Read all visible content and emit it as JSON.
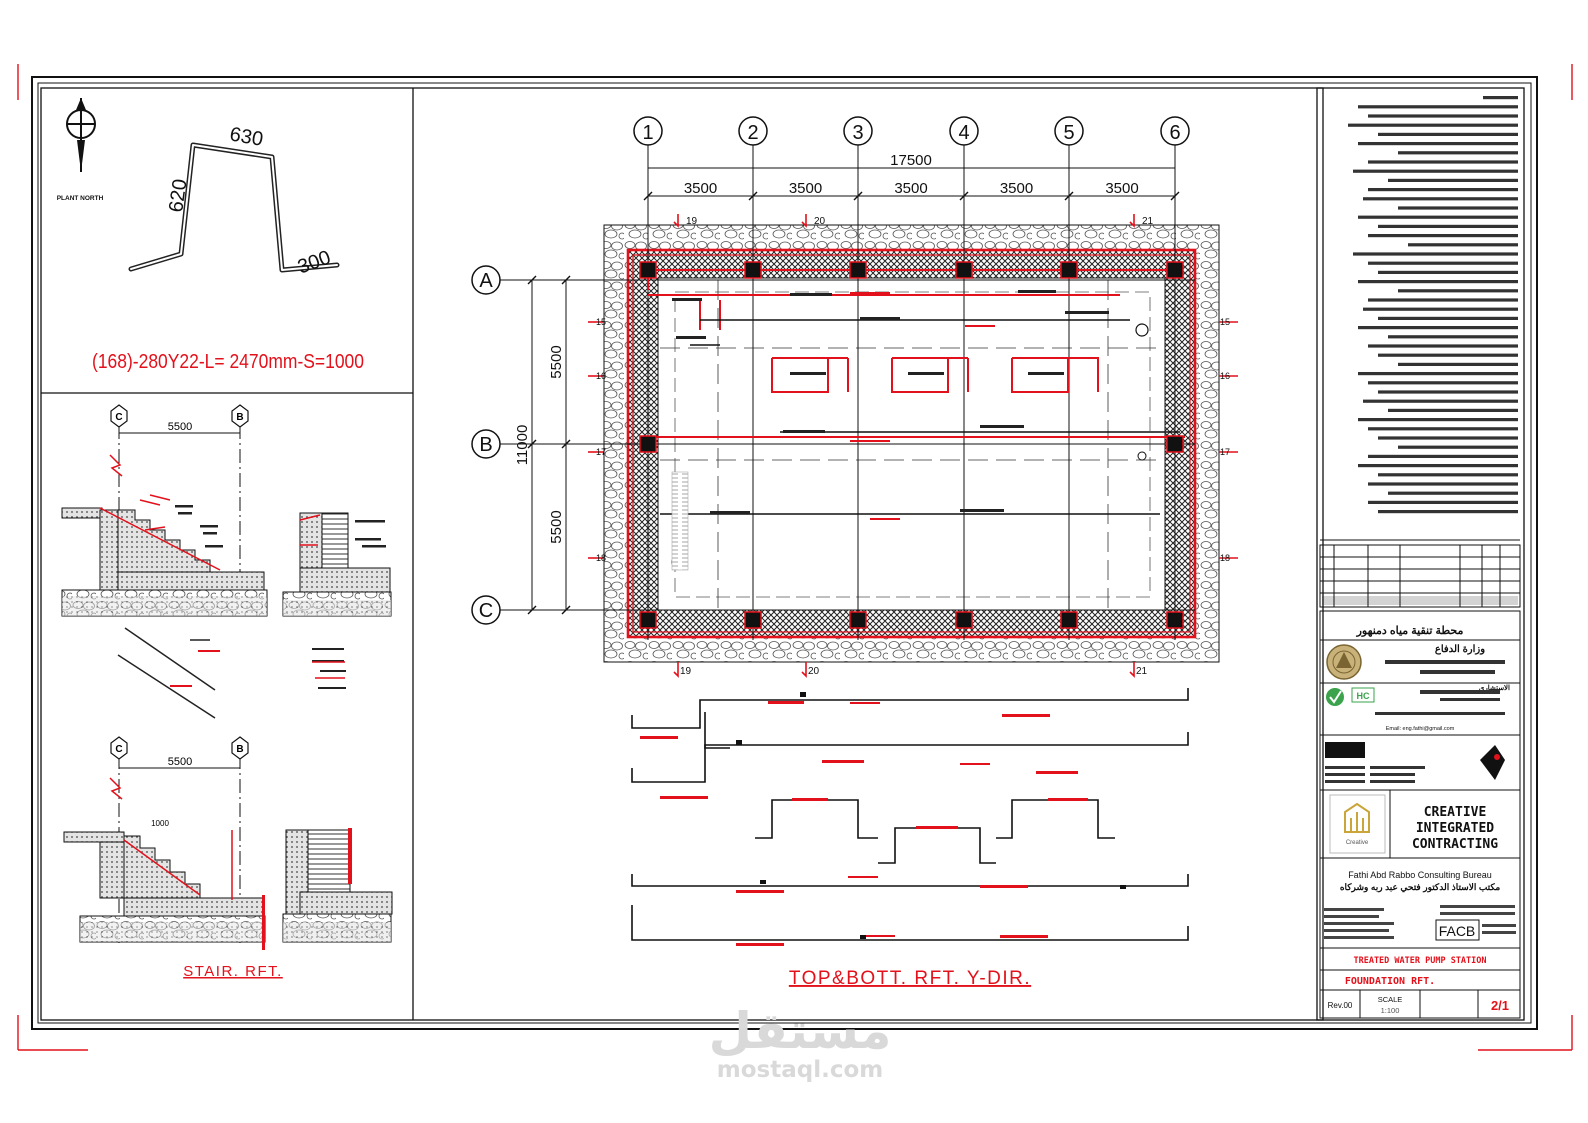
{
  "left_panel": {
    "north_label": "PLANT NORTH",
    "bar_dims": {
      "top": "630",
      "side": "620",
      "tail": "300"
    },
    "bar_schedule": "(168)-280Y22-L= 2470mm-S=1000",
    "stair_section_1": {
      "axis_left": "C",
      "axis_right": "B",
      "span": "5500"
    },
    "stair_section_2": {
      "axis_left": "C",
      "axis_right": "B",
      "span": "5500",
      "tread": "1000"
    },
    "stair_title": "STAIR. RFT."
  },
  "plan": {
    "grid_columns": [
      "1",
      "2",
      "3",
      "4",
      "5",
      "6"
    ],
    "grid_rows": [
      "A",
      "B",
      "C"
    ],
    "overall_width": "17500",
    "bay_widths": [
      "3500",
      "3500",
      "3500",
      "3500",
      "3500"
    ],
    "overall_depth": "11000",
    "bay_depths": [
      "5500",
      "5500"
    ],
    "section_marks_top": [
      "19",
      "20",
      "21"
    ],
    "section_marks_bottom": [
      "19",
      "20",
      "21"
    ],
    "section_marks_left": [
      "15",
      "16",
      "17",
      "18"
    ],
    "section_marks_right": [
      "15",
      "16",
      "17",
      "18"
    ],
    "title": "TOP&BOTT. RFT. Y-DIR."
  },
  "title_block": {
    "project_ar": "محطة تنقية مياه دمنهور",
    "owner_ar": "وزارة الدفاع",
    "consultant_label_ar": "الاستشاري",
    "consultant_en": "Fathi Abd Rabbo Consulting Bureau",
    "consultant_ar": "مكتب الاستاذ الدكتور فتحي عبد ربه وشركاه",
    "consultant_email": "Email: eng.fathi@gmail.com",
    "contractor_1": "CREATIVE",
    "contractor_2": "INTEGRATED",
    "contractor_3": "CONTRACTING",
    "contractor_logo_caption": "Creative",
    "facb_logo": "FACB",
    "drawing_title_1": "TREATED WATER PUMP STATION",
    "drawing_title_2": "FOUNDATION RFT.",
    "rev": "Rev.00",
    "scale_label": "SCALE",
    "scale_value": "1:100",
    "sheet_no": "2/1"
  },
  "watermark": {
    "arabic": "مستقل",
    "latin": "mostaql.com"
  },
  "colors": {
    "red": "#e3111b",
    "black": "#111111",
    "hatch": "#333333",
    "watermark": "#d9d9d9"
  }
}
